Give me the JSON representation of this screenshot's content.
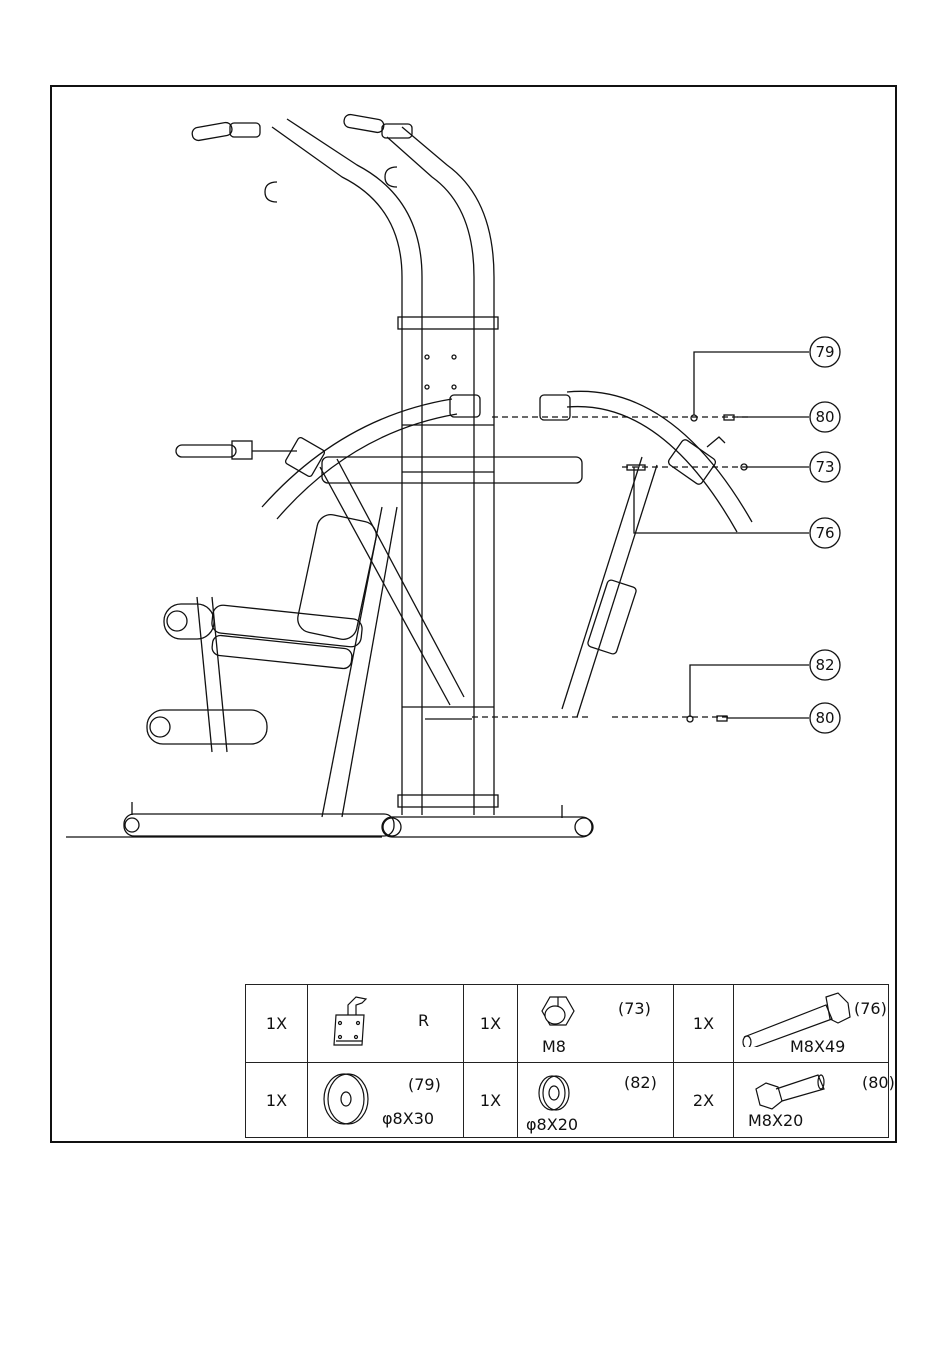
{
  "callouts": [
    "79",
    "80",
    "73",
    "76",
    "82",
    "80"
  ],
  "parts": [
    [
      {
        "qty": "1X",
        "code": "",
        "label": "R",
        "icon": "bracket-r-icon"
      },
      {
        "qty": "1X",
        "code": "(73)",
        "label": "M8",
        "icon": "nut-icon"
      },
      {
        "qty": "1X",
        "code": "(76)",
        "label": "M8X49",
        "icon": "long-bolt-icon"
      }
    ],
    [
      {
        "qty": "1X",
        "code": "(79)",
        "label": "φ8X30",
        "icon": "large-washer-icon"
      },
      {
        "qty": "1X",
        "code": "(82)",
        "label": "φ8X20",
        "icon": "small-washer-icon"
      },
      {
        "qty": "2X",
        "code": "(80)",
        "label": "M8X20",
        "icon": "short-bolt-icon"
      }
    ]
  ]
}
